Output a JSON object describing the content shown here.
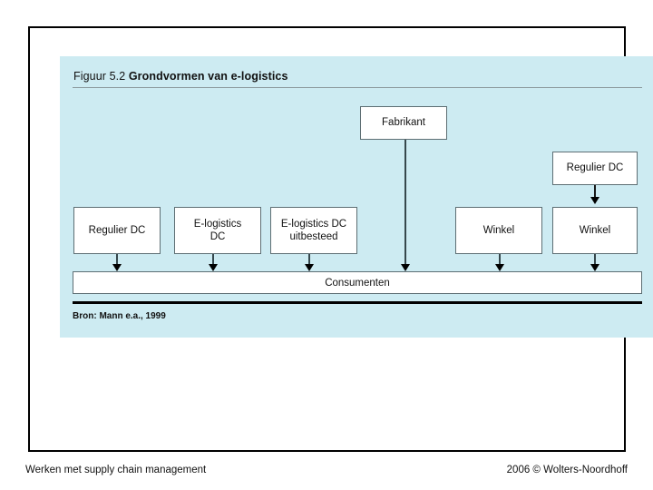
{
  "slide": {
    "figure_title_light": "Figuur 5.2",
    "figure_title_bold": "Grondvormen van e-logistics",
    "source_note": "Bron: Mann e.a., 1999"
  },
  "diagram": {
    "nodes": {
      "fabrikant": "Fabrikant",
      "regulier_dc_left": "Regulier DC",
      "elogistics_dc": "E-logistics\nDC",
      "elogistics_dc_uitbesteed": "E-logistics DC\nuitbesteed",
      "winkel_left": "Winkel",
      "winkel_right": "Winkel",
      "regulier_dc_top_right": "Regulier DC",
      "consumenten": "Consumenten"
    }
  },
  "footer": {
    "left": "Werken met supply chain management",
    "right": "2006 © Wolters-Noordhoff"
  },
  "colors": {
    "panel_background": "#cdebf2",
    "box_fill": "#ffffff",
    "box_border": "#5d6e73",
    "rule_dark": "#000000",
    "rule_light": "#8c9a9e",
    "text": "#111111"
  }
}
